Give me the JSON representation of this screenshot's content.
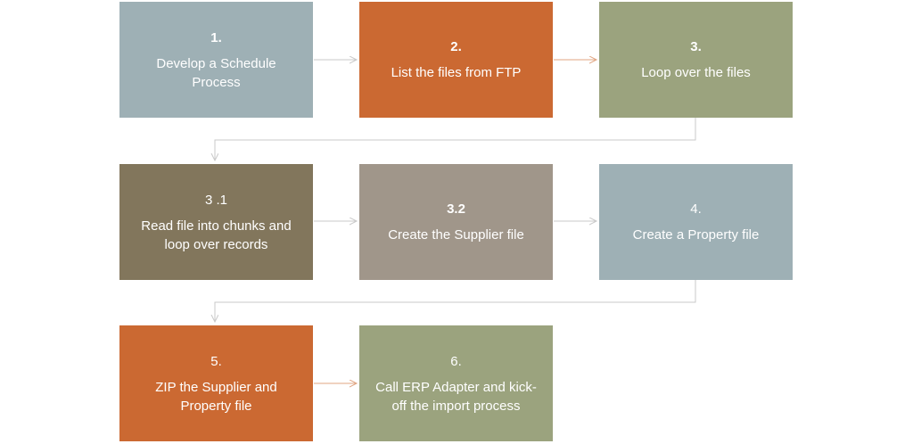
{
  "steps": [
    {
      "number": "1.",
      "text": "Develop a Schedule\nProcess",
      "color": "#9eb0b5",
      "bold_number": true
    },
    {
      "number": "2.",
      "text": "List the files from FTP",
      "color": "#cb6932",
      "bold_number": true
    },
    {
      "number": "3.",
      "text": "Loop over the files",
      "color": "#9ba37e",
      "bold_number": true
    },
    {
      "number": "3 .1",
      "text": "Read file into chunks and\nloop over records",
      "color": "#82765c",
      "bold_number": false
    },
    {
      "number": "3.2",
      "text": "Create the Supplier file",
      "color": "#a0968a",
      "bold_number": true
    },
    {
      "number": "4.",
      "text": "Create a Property file",
      "color": "#9eb0b5",
      "bold_number": false
    },
    {
      "number": "5.",
      "text": "ZIP the Supplier and\nProperty file",
      "color": "#cb6932",
      "bold_number": false
    },
    {
      "number": "6.",
      "text": "Call ERP Adapter and kick-\noff the import process",
      "color": "#9ba37e",
      "bold_number": false
    }
  ]
}
